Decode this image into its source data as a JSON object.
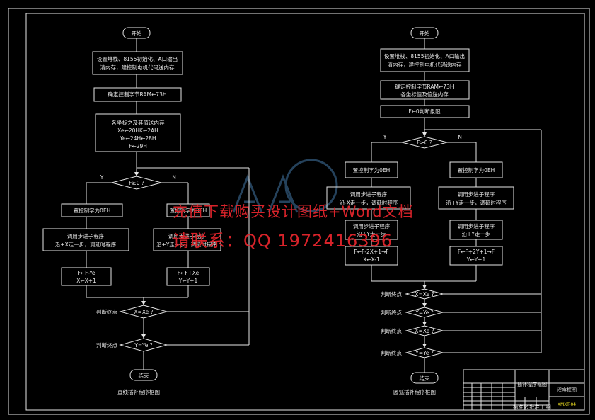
{
  "left_flow": {
    "start": "开始",
    "init": [
      "设置堆栈、8155初始化、A口输出",
      "清内存，建控制电机代码送内存"
    ],
    "param": "确定控制字节RAM←73H",
    "load": [
      "各坐标之及其值送内存",
      "Xe←20HK←2AH",
      "Ye←24H←28H",
      "F←29H"
    ],
    "decision_f": "F≥0 ?",
    "yes": "Y",
    "no": "N",
    "set_x": "置控制字为0EH",
    "set_y": "置控制字为0EH",
    "sub_x": [
      "调用步进子程序",
      "沿+X走一步，调延时程序"
    ],
    "sub_y": [
      "调用步进子程序",
      "沿+Y走一步，调延时程序"
    ],
    "upd_x": [
      "F←F-Ye",
      "X←X+1"
    ],
    "upd_y": [
      "F←F+Xe",
      "Y←Y+1"
    ],
    "judge_label_1": "判断终点",
    "judge_cond_1": "X=Xe ?",
    "judge_label_2": "判断终点",
    "judge_cond_2": "Y=Ye ?",
    "end": "结束",
    "caption": "直线插补程序框图"
  },
  "right_flow": {
    "start": "开始",
    "init": [
      "设置堆栈、8155初始化、A口输出",
      "清内存，建控制电机代码送内存"
    ],
    "param": [
      "确定控制字节RAM←73H",
      "各坐标值及值送内存"
    ],
    "judge": "F←0判断象限",
    "decision_f": "F≥0 ?",
    "yes": "Y",
    "no": "N",
    "set_x": "置控制字为0EH",
    "set_y": "置控制字为0EH",
    "sub_x1": [
      "调用步进子程序",
      "沿-X走一步，调延时程序"
    ],
    "sub_x2": [
      "调用步进子程序",
      "沿+Y走一步"
    ],
    "sub_y": [
      "调用步进子程序",
      "沿+Y走一步，调延时程序"
    ],
    "upd_x": [
      "F←F-2X+1→F",
      "X←X-1"
    ],
    "upd_y": [
      "F←F+2Y+1→F",
      "Y←Y+1"
    ],
    "judge_label": "判断终点",
    "judge_conds": [
      "X=Xe ?",
      "Y=Ye ?",
      "X=Xe ?",
      "Y=Ye ?"
    ],
    "end": "结束",
    "caption": "圆弧插补程序框图"
  },
  "title_block": {
    "drawing_name": "程序框图",
    "number": "XMXT-04",
    "inner_title": "插补程序框图",
    "sign_row": "标准化 批准 日期"
  },
  "watermark": {
    "line1": "充值下载购买设计图纸+Word文档",
    "line2": "请联系：QQ 1972416396"
  },
  "colors": {
    "background": "#000000",
    "line": "#e6e6e6",
    "watermark": "#d8232a",
    "logo": "#3f6f9a"
  }
}
